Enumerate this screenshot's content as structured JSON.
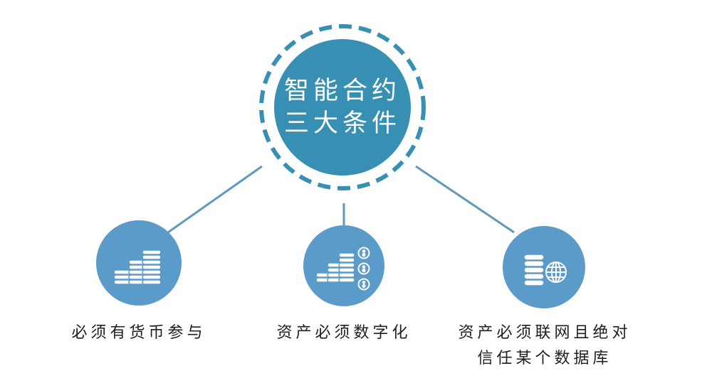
{
  "center": {
    "line1": "智能合约",
    "line2": "三大条件"
  },
  "conditions": [
    {
      "label": "必须有货币参与",
      "icon": "coin-stacks-icon"
    },
    {
      "label": "资产必须数字化",
      "icon": "digital-coins-icon"
    },
    {
      "line1": "资产必须联网且绝对",
      "line2": "信任某个数据库",
      "icon": "database-globe-icon"
    }
  ],
  "colors": {
    "center_fill": "#3790b3",
    "node_fill": "#5b9bc9",
    "connector": "#5e98bf",
    "icon": "#ffffff"
  }
}
